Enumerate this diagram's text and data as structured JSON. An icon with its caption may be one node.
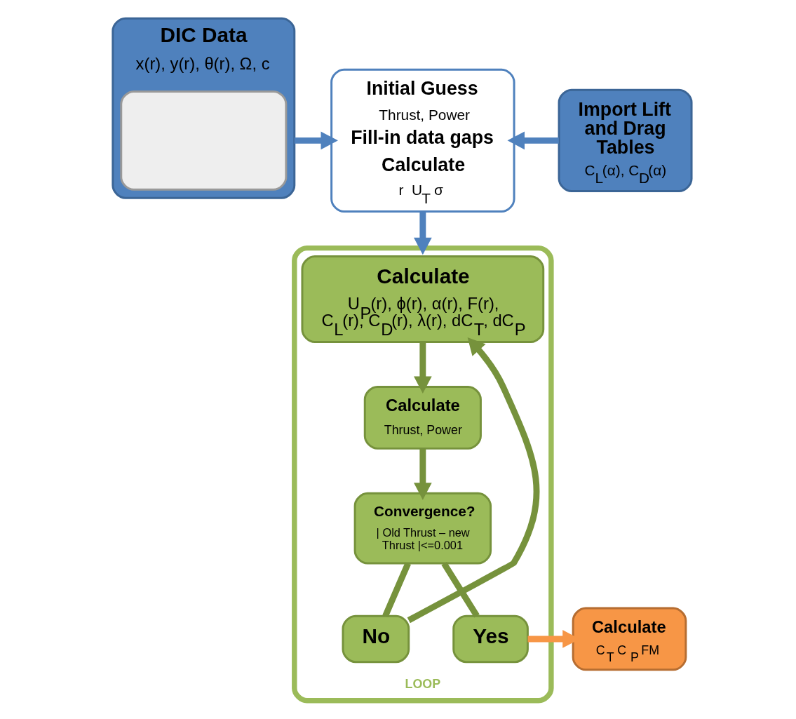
{
  "diagram": {
    "nodes": [
      {
        "text": [
          "DIC Data",
          "x(r), y(r), θ(r), Ω, c"
        ]
      },
      {
        "text": [],
        "shape": "box",
        "in": 0
      },
      {
        "text": [
          "Initial Guess",
          "Thrust, Power",
          "Fill-in data gaps",
          "Calculate",
          "r  U$_{T}$  σ"
        ]
      },
      {
        "text": [
          "Import Lift and Drag Tables",
          "C$_{L}$(α), C$_{D}$(α)"
        ]
      },
      {
        "text": [
          "LOOP"
        ]
      },
      {
        "text": [
          "Calculate",
          "U$_{P}$(r), ϕ(r), α(r), F(r), C$_{L}$(r), C$_{D}$(r), λ(r), dC$_{T}$, dC$_{P}$"
        ],
        "in": 4
      },
      {
        "text": [
          "Calculate",
          "Thrust, Power"
        ],
        "in": 4
      },
      {
        "text": [
          "Convergence?",
          "| Old Thrust – new Thrust |<=0.001"
        ],
        "in": 4
      },
      {
        "text": [
          "No"
        ],
        "in": 4
      },
      {
        "text": [
          "Yes"
        ],
        "in": 4
      },
      {
        "text": [
          "Calculate",
          "C$_{T}$  C$_{P}$  FM"
        ]
      }
    ],
    "edges": [
      {
        "from": 0,
        "to": 2,
        "arrow": "to",
        "color": "#4f81bd"
      },
      {
        "from": 3,
        "to": 2,
        "arrow": "to",
        "color": "#4f81bd"
      },
      {
        "from": 2,
        "to": 4,
        "arrow": "to",
        "color": "#4f81bd"
      },
      {
        "from": 5,
        "to": 6,
        "arrow": "to"
      },
      {
        "from": 6,
        "to": 7,
        "arrow": "to"
      },
      {
        "from": 7,
        "to": 8,
        "arrow": "none"
      },
      {
        "from": 7,
        "to": 9,
        "arrow": "none"
      },
      {
        "from": 8,
        "to": 5,
        "arrow": "to"
      },
      {
        "from": 9,
        "to": 10,
        "arrow": "to",
        "color": "#f79646"
      }
    ]
  }
}
